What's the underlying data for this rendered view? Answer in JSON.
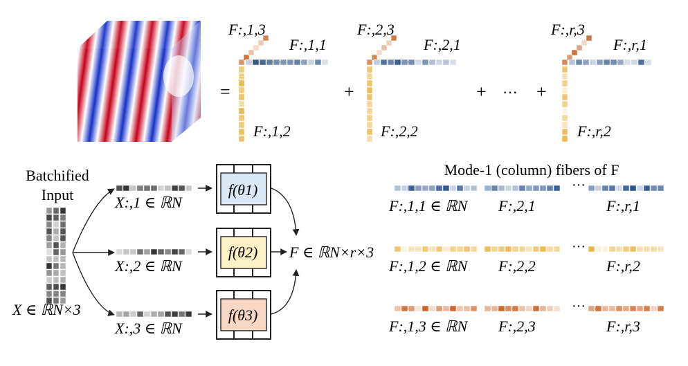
{
  "top": {
    "equals": "=",
    "plus": "+",
    "dots": "···",
    "terms": [
      {
        "f3": "F:,1,3",
        "f1": "F:,1,1",
        "f2": "F:,1,2"
      },
      {
        "f3": "F:,2,3",
        "f1": "F:,2,1",
        "f2": "F:,2,2"
      },
      {
        "f3": "F:,r,3",
        "f1": "F:,r,1",
        "f2": "F:,r,2"
      }
    ]
  },
  "bottom": {
    "input_title_line1": "Batchified",
    "input_title_line2": "Input",
    "input_label": "X ∈ ℝN×3",
    "branches": [
      {
        "x_label": "X:,1 ∈ ℝN",
        "net": "f(θ1)"
      },
      {
        "x_label": "X:,2 ∈ ℝN",
        "net": "f(θ2)"
      },
      {
        "x_label": "X:,3 ∈ ℝN",
        "net": "f(θ3)"
      }
    ],
    "output_label": "F ∈ ℝN×r×3",
    "fibers_title": "Mode-1 (column) fibers of F",
    "fiber_rows": [
      {
        "labels": [
          "F:,1,1 ∈ ℝN",
          "F:,2,1",
          "F:,r,1"
        ]
      },
      {
        "labels": [
          "F:,1,2 ∈ ℝN",
          "F:,2,2",
          "F:,r,2"
        ]
      },
      {
        "labels": [
          "F:,1,3 ∈ ℝN",
          "F:,2,3",
          "F:,r,3"
        ]
      }
    ],
    "dots": "···"
  },
  "colors": {
    "blue_fiber": "#2a4f86",
    "yellow_fiber": "#e8b84a",
    "orange_fiber": "#c8662b",
    "net1_fill": "#d8e8f6",
    "net2_fill": "#fdf0c6",
    "net3_fill": "#f8d8c4"
  }
}
